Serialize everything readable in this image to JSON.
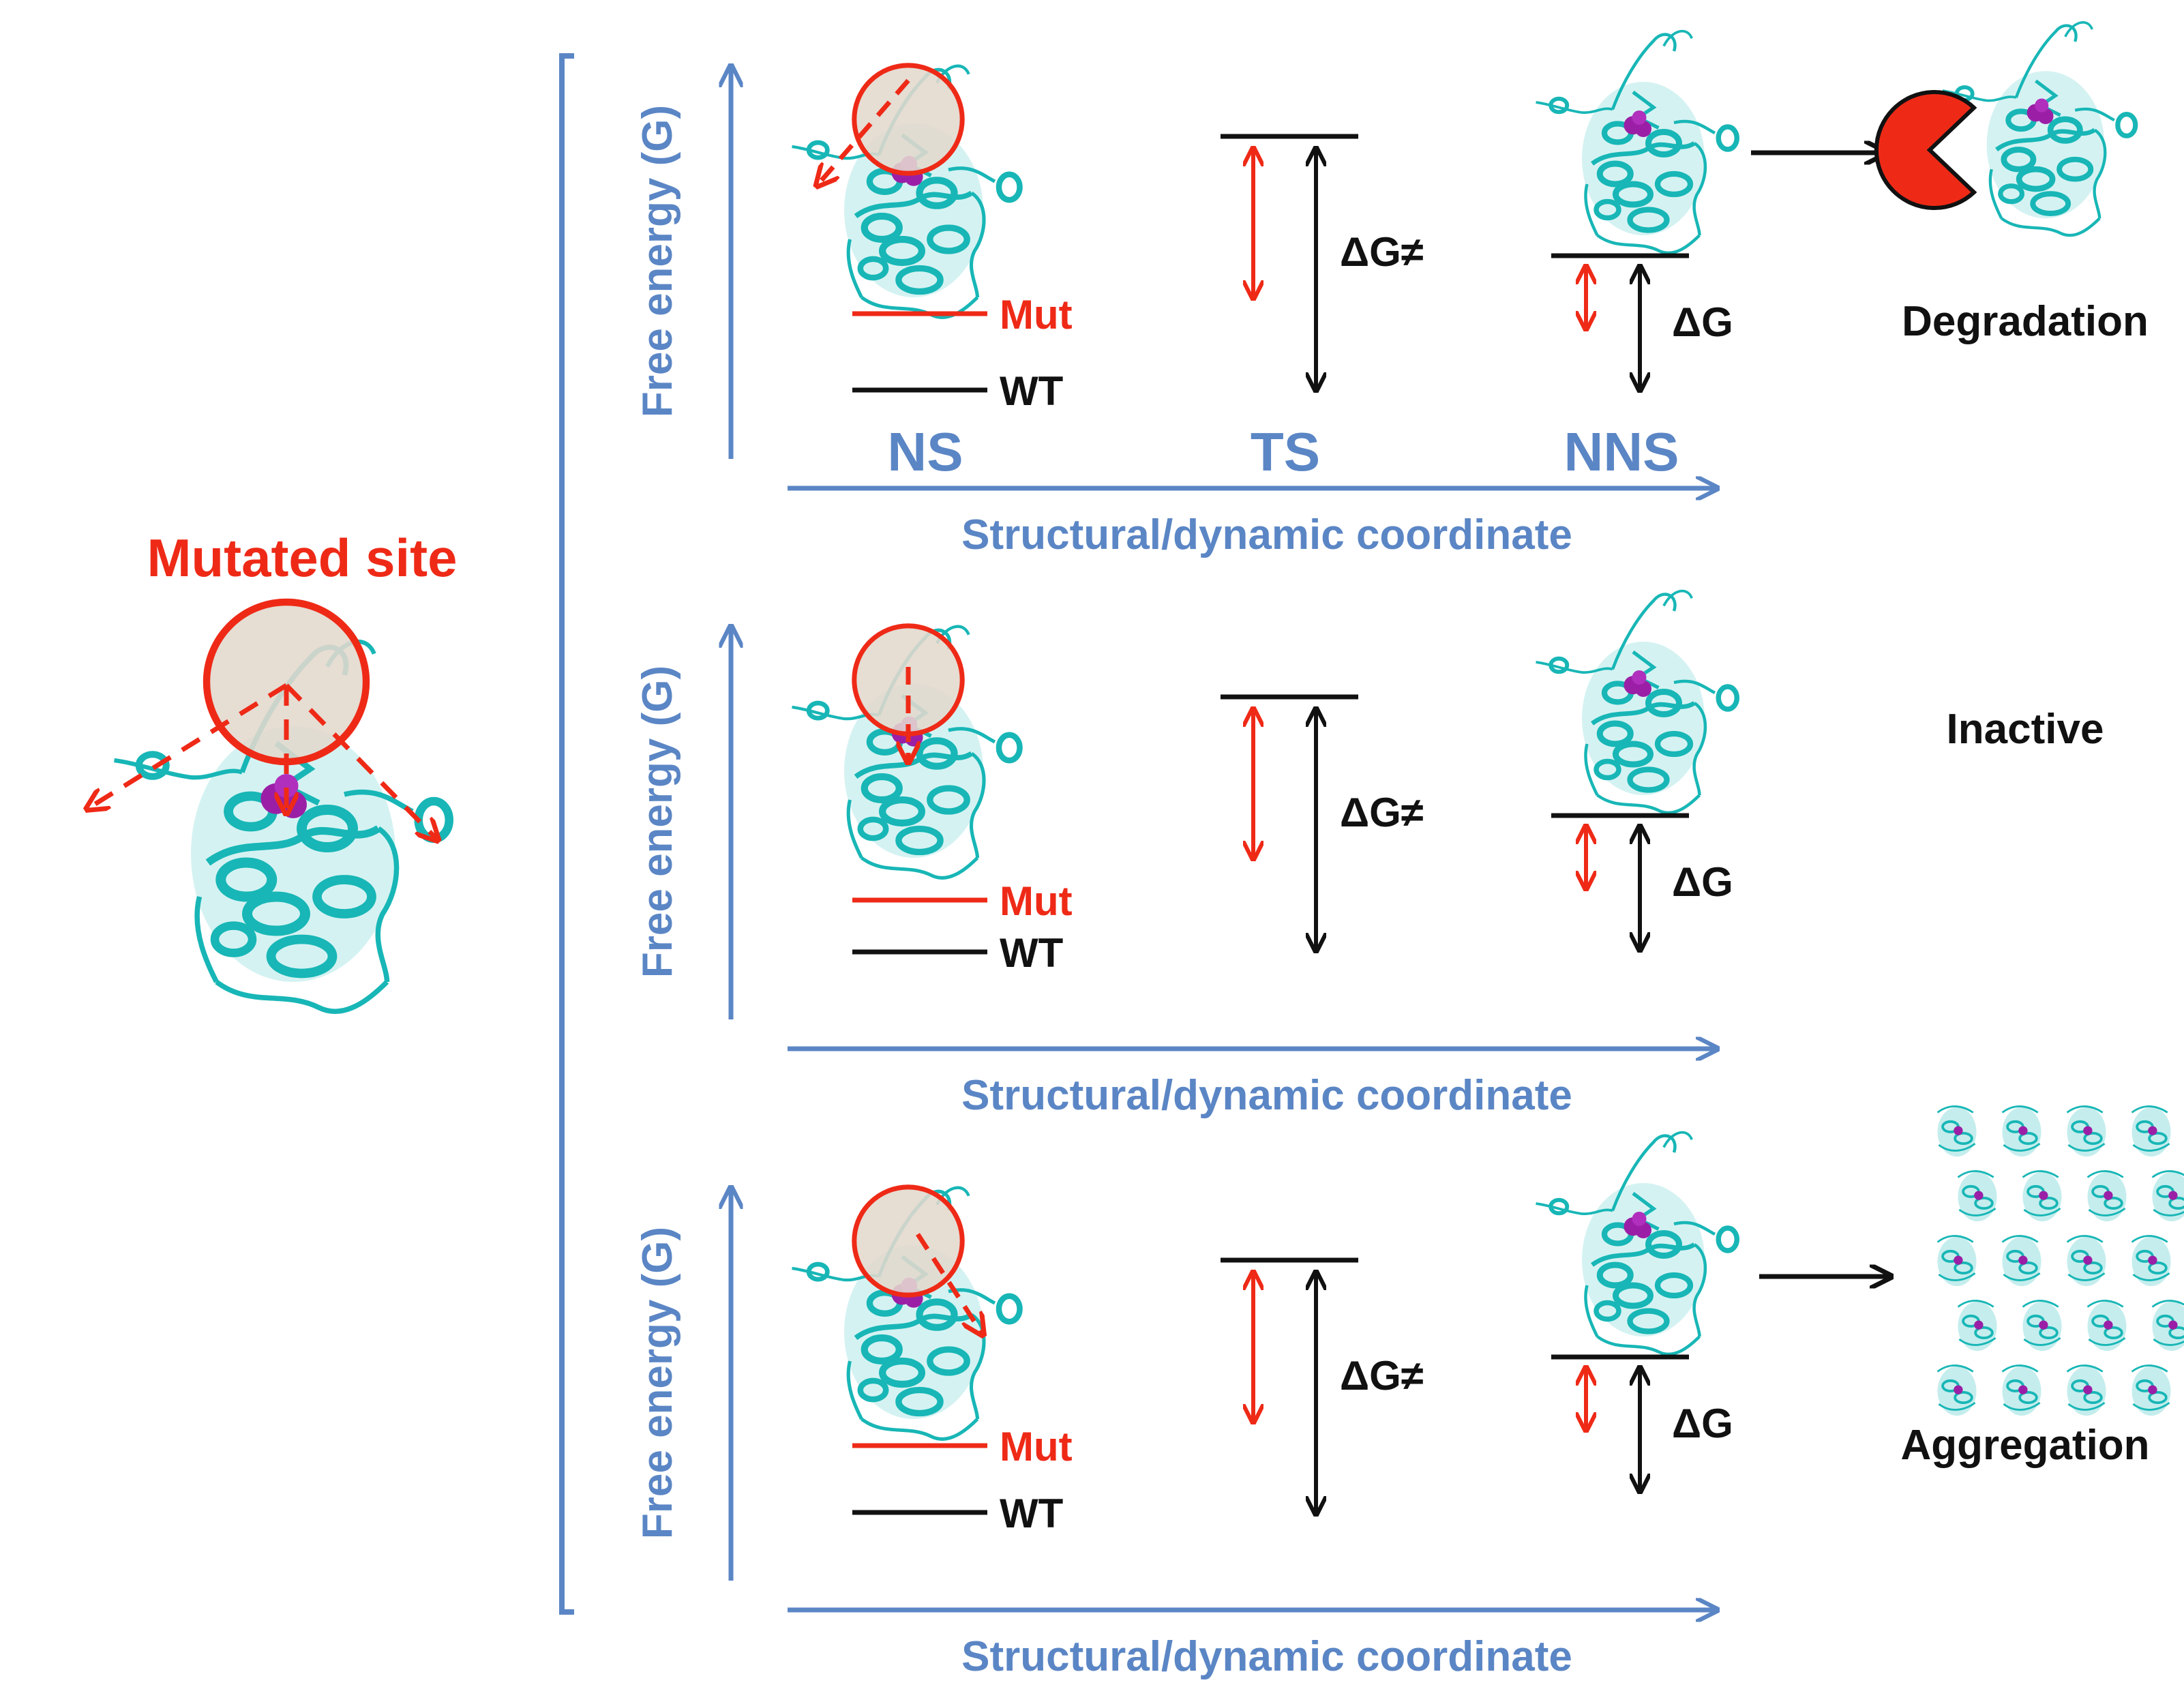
{
  "title": "Mutated site",
  "colors": {
    "mutant": "#ee2a17",
    "wildtype": "#111111",
    "axis": "#5b86c5",
    "protein": "#18b6b6",
    "ligand": "#9b1fa6",
    "site_fill": "#e3d8cd",
    "pacman": "#ee2a17"
  },
  "icons": [
    "protein-structure-icon",
    "mutated-site-circle-icon",
    "pacman-protease-icon",
    "aggregate-cluster-icon"
  ],
  "panels": [
    {
      "y_label": "Free energy (G)",
      "x_label": "Structural/dynamic coordinate",
      "state_labels": [
        "NS",
        "TS",
        "NNS"
      ],
      "legend": {
        "mut": "Mut",
        "wt": "WT"
      },
      "barrier_label": "ΔG≠",
      "stability_label": "ΔG",
      "outcome": "Degradation"
    },
    {
      "y_label": "Free energy (G)",
      "x_label": "Structural/dynamic coordinate",
      "state_labels": [],
      "legend": {
        "mut": "Mut",
        "wt": "WT"
      },
      "barrier_label": "ΔG≠",
      "stability_label": "ΔG",
      "outcome": "Inactive"
    },
    {
      "y_label": "Free energy (G)",
      "x_label": "Structural/dynamic coordinate",
      "state_labels": [],
      "legend": {
        "mut": "Mut",
        "wt": "WT"
      },
      "barrier_label": "ΔG≠",
      "stability_label": "ΔG",
      "outcome": "Aggregation"
    }
  ]
}
